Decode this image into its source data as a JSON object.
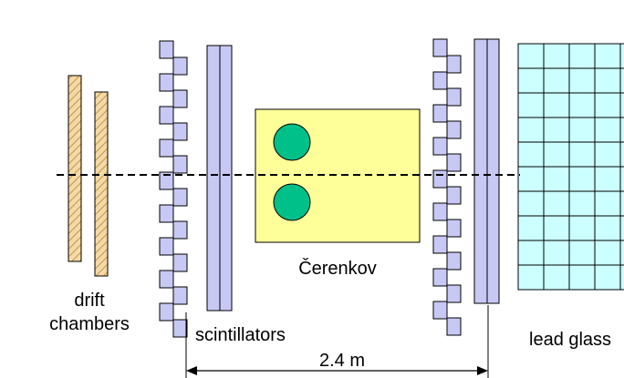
{
  "labels": {
    "drift_line1": "drift",
    "drift_line2": "chambers",
    "scintillators": "scintillators",
    "cerenkov": "Čerenkov",
    "lead_glass": "lead glass",
    "distance": "2.4 m"
  },
  "colors": {
    "drift_chamber": "#f4d9a8",
    "drift_hatch": "#c8963c",
    "scint_fill": "#c8c8f4",
    "pmt_fill": "#c8c8f4",
    "cerenkov_box": "#ffff99",
    "cerenkov_circle": "#00c08a",
    "lead_glass": "#ccffff",
    "outline": "#000000"
  }
}
